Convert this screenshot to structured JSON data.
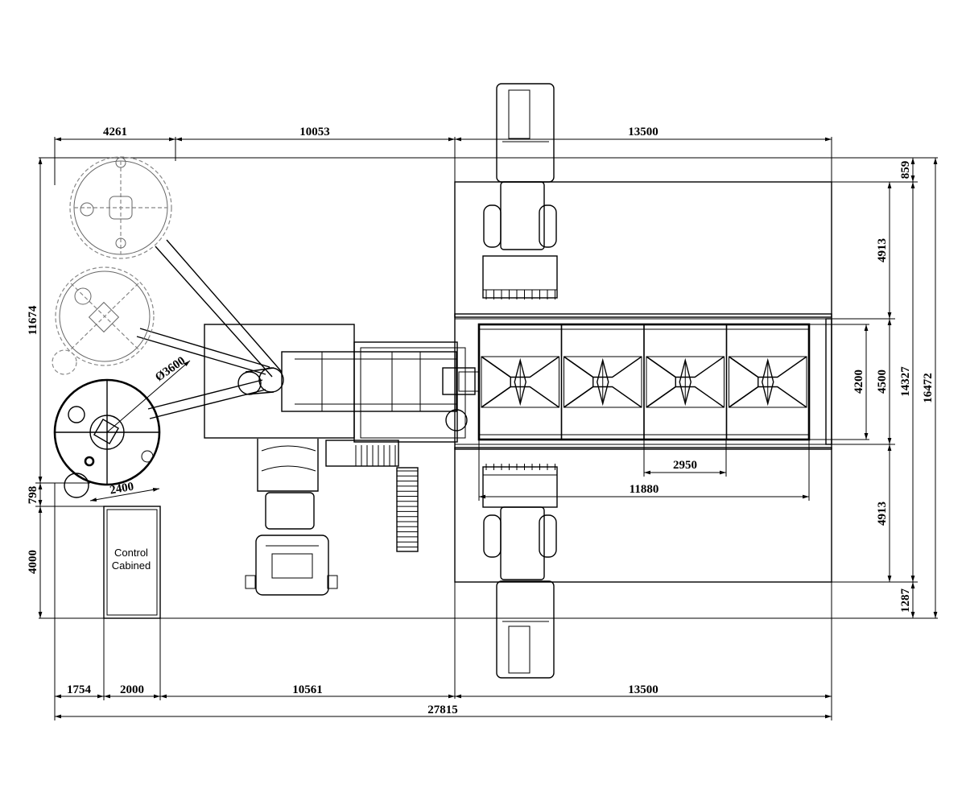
{
  "dimensions": {
    "top": [
      "4261",
      "10053",
      "13500"
    ],
    "bottom": [
      "1754",
      "2000",
      "10561",
      "13500"
    ],
    "overall_width": "27815",
    "left": [
      "11674",
      "798",
      "4000"
    ],
    "right_inner": [
      "859",
      "4913",
      "4500",
      "4913",
      "1287"
    ],
    "right_total": [
      "14327",
      "16472"
    ],
    "bin_depth": "4200",
    "bin_pitch": "2950",
    "bin_length": "11880",
    "tank_diameter": "Ø3600",
    "tank_offset": "2400"
  },
  "labels": {
    "control_line1": "Control",
    "control_line2": "Cabined"
  }
}
